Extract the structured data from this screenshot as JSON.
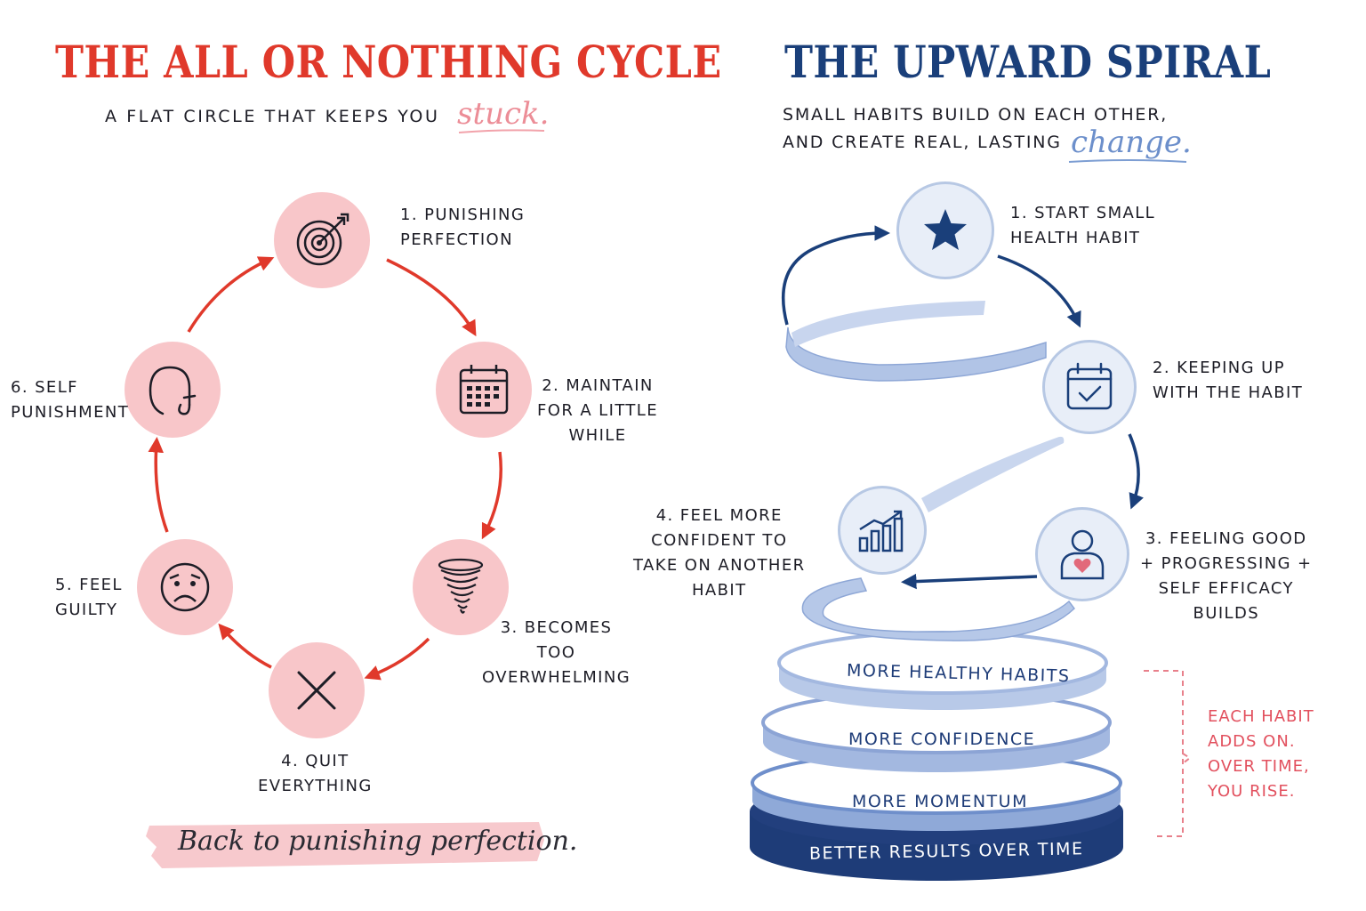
{
  "left": {
    "title": "THE ALL OR NOTHING CYCLE",
    "subtitle": "A FLAT CIRCLE THAT KEEPS YOU",
    "subtitle_script": "stuck.",
    "steps": [
      {
        "label": "1. PUNISHING\nPERFECTION",
        "icon": "target-icon"
      },
      {
        "label": "2. MAINTAIN\nFOR A LITTLE\nWHILE",
        "icon": "calendar-icon"
      },
      {
        "label": "3. BECOMES\nTOO\nOVERWHELMING",
        "icon": "tornado-icon"
      },
      {
        "label": "4. QUIT\nEVERYTHING",
        "icon": "x-icon"
      },
      {
        "label": "5. FEEL\nGUILTY",
        "icon": "sad-face-icon"
      },
      {
        "label": "6. SELF\nPUNISHMENT",
        "icon": "hook-icon"
      }
    ],
    "footer": "Back to punishing perfection.",
    "colors": {
      "accent": "#e0392b",
      "node_fill": "#f8c6c9",
      "brush": "#f7c9cd"
    }
  },
  "right": {
    "title": "THE UPWARD SPIRAL",
    "subtitle_line1": "SMALL HABITS BUILD ON EACH OTHER,",
    "subtitle_line2": "AND CREATE REAL, LASTING",
    "subtitle_script": "change.",
    "steps": [
      {
        "label": "1. START SMALL\nHEALTH HABIT",
        "icon": "star-icon"
      },
      {
        "label": "2. KEEPING UP\nWITH THE HABIT",
        "icon": "calendar-check-icon"
      },
      {
        "label": "3. FEELING GOOD\n+ PROGRESSING +\nSELF EFFICACY\nBUILDS",
        "icon": "person-heart-icon"
      },
      {
        "label": "4. FEEL MORE\nCONFIDENT TO\nTAKE ON ANOTHER\nHABIT",
        "icon": "growth-chart-icon"
      }
    ],
    "layers": [
      "MORE HEALTHY HABITS",
      "MORE CONFIDENCE",
      "MORE MOMENTUM",
      "BETTER RESULTS OVER TIME"
    ],
    "side_note": "EACH HABIT\nADDS ON.\nOVER TIME,\nYOU RISE.",
    "colors": {
      "accent": "#1a3f7a",
      "ribbon": "#a9bfe2",
      "base": "#1e3c78",
      "note": "#e2505e"
    }
  }
}
